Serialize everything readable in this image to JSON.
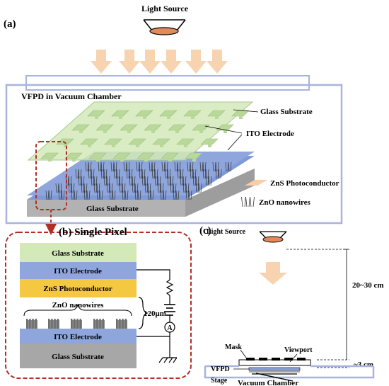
{
  "panel_a": {
    "label": "(a)",
    "light_source": "Light Source",
    "chamber_title": "VFPD in Vacuum Chamber",
    "labels": {
      "glass_top": "Glass Substrate",
      "ito": "ITO Electrode",
      "zns": "ZnS Photoconductor",
      "zno": "ZnO nanowires",
      "glass_bottom": "Glass Substrate"
    }
  },
  "panel_b": {
    "label": "(b) Single Pixel",
    "layers": {
      "glass_top": "Glass Substrate",
      "ito_top": "ITO Electrode",
      "zns": "ZnS Photoconductor",
      "zno": "ZnO nanowires",
      "ito_bottom": "ITO Electrode",
      "glass_bottom": "Glass Substrate"
    },
    "gap": "120μm",
    "ammeter": "A"
  },
  "panel_c": {
    "label": "(c)",
    "light_source": "Light Source",
    "distance": "20~30 cm",
    "gap": "~3 cm",
    "mask": "Mask",
    "viewport": "Viewport",
    "vfpd": "VFPD",
    "stage": "Stage",
    "chamber": "Vacuum Chamber"
  },
  "colors": {
    "chamber_border": "#a8b4dc",
    "arrow": "#f8d3b0",
    "glass_green": "#d4e9b8",
    "ito_blue": "#8ea6dc",
    "zns_yellow": "#f5c842",
    "substrate_gray": "#b2b2b2",
    "dashed_red": "#b03028",
    "lens_orange": "#e4895a"
  }
}
